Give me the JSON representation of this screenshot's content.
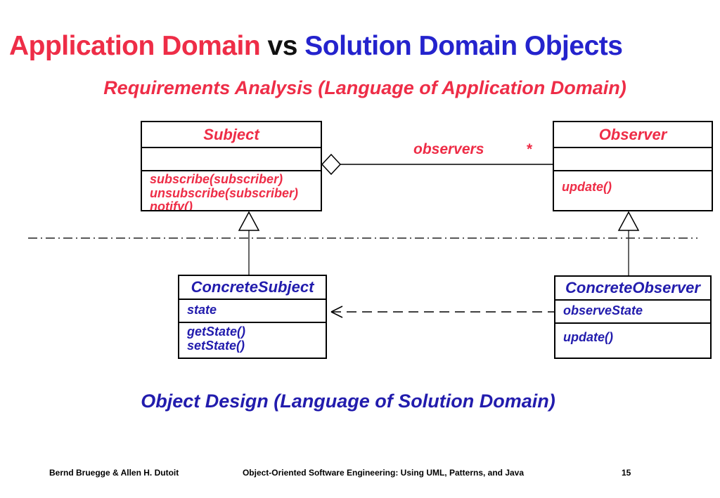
{
  "slide": {
    "title": {
      "application": "Application Domain",
      "vs": " vs ",
      "solution": "Solution Domain Objects"
    },
    "requirements_caption": "Requirements Analysis (Language of Application Domain)",
    "design_caption": "Object Design (Language of Solution Domain)",
    "footer": {
      "authors": "Bernd Bruegge & Allen H. Dutoit",
      "book_title": "Object-Oriented Software Engineering: Using UML, Patterns, and Java",
      "page_number": "15"
    }
  },
  "diagram": {
    "association": {
      "name": "observers",
      "multiplicity": "*"
    },
    "classes": {
      "subject": {
        "name": "Subject",
        "attributes": [],
        "operations": [
          "subscribe(subscriber)",
          "unsubscribe(subscriber)",
          "notify()"
        ]
      },
      "observer": {
        "name": "Observer",
        "attributes": [],
        "operations": [
          "update()"
        ]
      },
      "concrete_subject": {
        "name": "ConcreteSubject",
        "attributes": [
          "state"
        ],
        "operations": [
          "getState()",
          "setState()"
        ]
      },
      "concrete_observer": {
        "name": "ConcreteObserver",
        "attributes": [
          "observeState"
        ],
        "operations": [
          "update()"
        ]
      }
    },
    "colors": {
      "application_domain_text": "#EE2D47",
      "solution_domain_text": "#221CAD",
      "title_blue": "#2423CD",
      "line_black": "#111111"
    }
  }
}
